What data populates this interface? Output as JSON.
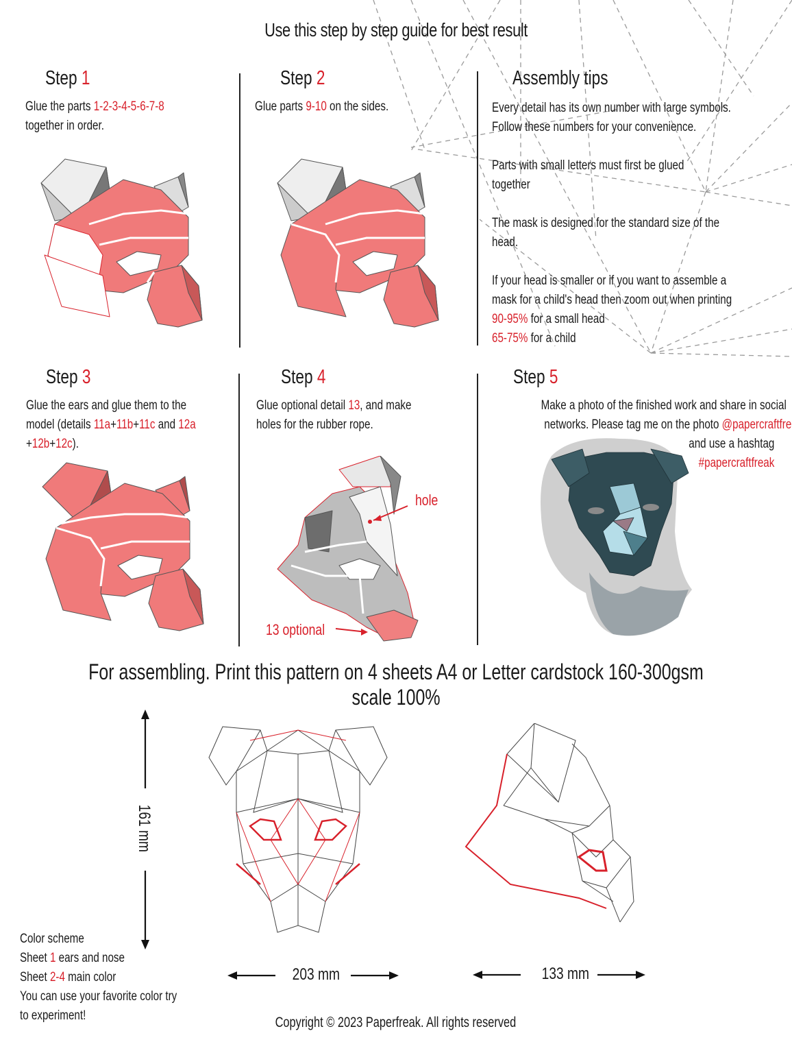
{
  "header": {
    "title": "Use this step by step guide for best result"
  },
  "steps": [
    {
      "label": "Step",
      "number": "1",
      "text_parts": [
        "Glue the parts ",
        "1-2-3-4-5-6-7-8",
        "together in order."
      ]
    },
    {
      "label": "Step",
      "number": "2",
      "text_parts": [
        "Glue parts ",
        "9-10",
        " on the sides."
      ]
    },
    {
      "label": "Step",
      "number": "3",
      "text_parts": [
        "Glue the ears and glue them to the",
        "model (details ",
        "11a",
        "+",
        "11b",
        "+",
        "11c",
        " and ",
        "12a",
        "+",
        "12b",
        "+",
        "12c",
        ")."
      ]
    },
    {
      "label": "Step",
      "number": "4",
      "text_parts": [
        "Glue optional detail ",
        "13",
        ", and make",
        "holes for the rubber rope."
      ],
      "annotations": {
        "hole": "hole",
        "optional": "13 optional"
      }
    },
    {
      "label": "Step",
      "number": "5",
      "text_parts": [
        "Make a photo of the finished work and share in social",
        "networks. Please tag me on the photo ",
        "@papercraftfreak",
        "and use a hashtag",
        "#papercraftfreak"
      ]
    }
  ],
  "tips": {
    "title": "Assembly tips",
    "p1": [
      "Every detail has its own number with large symbols.",
      "Follow these numbers for your convenience."
    ],
    "p2": [
      "Parts with small letters must first be glued",
      "together"
    ],
    "p3": [
      "The mask is designed for the standard size of the",
      "head."
    ],
    "p4": [
      "If your head is smaller or if you want to assemble a",
      "mask for a child's head then zoom out when printing"
    ],
    "scale_small": {
      "value": "90-95%",
      "text": " for a small head"
    },
    "scale_child": {
      "value": "65-75%",
      "text": " for a child"
    }
  },
  "print_note": "For assembling. Print this pattern on 4 sheets A4 or Letter cardstock 160-300gsm scale 100%",
  "dimensions": {
    "height": "161 mm",
    "front_width": "203 mm",
    "side_width": "133 mm"
  },
  "color_scheme": {
    "title": "Color  scheme",
    "sheet1": {
      "label": "Sheet ",
      "num": "1",
      "text": " ears and nose"
    },
    "sheet2": {
      "label": "Sheet ",
      "num": "2-4",
      "text": " main color"
    },
    "note": [
      "You can use your favorite color try",
      "to experiment!"
    ]
  },
  "copyright": "Copyright © 2023 Paperfreak. All rights reserved",
  "colors": {
    "accent": "#d8212b",
    "mask_fill": "#f07a7a",
    "mask_dark": "#2f4a52",
    "text": "#1a1a1a"
  }
}
